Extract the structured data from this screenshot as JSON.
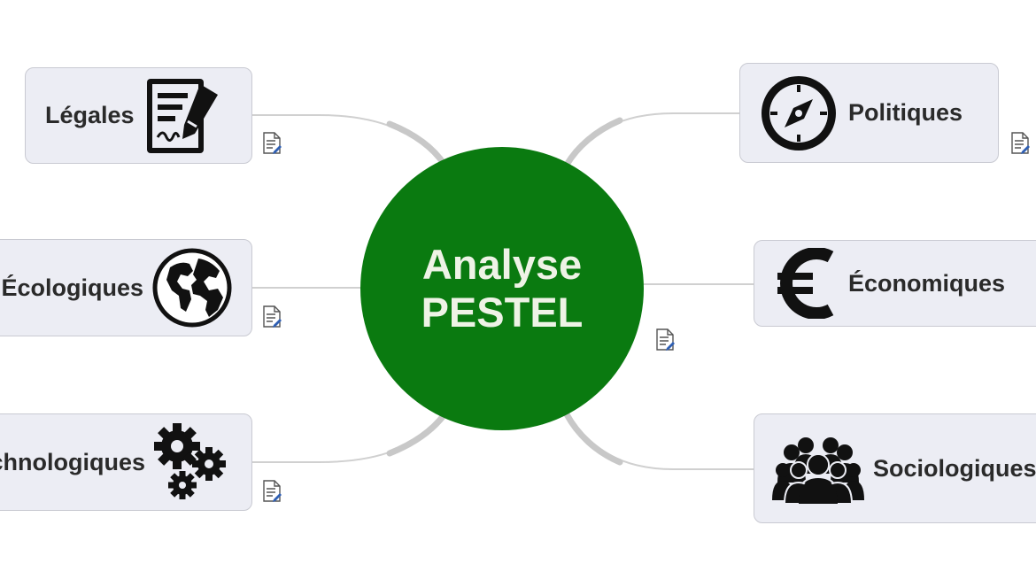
{
  "center": {
    "line1": "Analyse",
    "line2": "PESTEL"
  },
  "branches": {
    "legales": {
      "label": "Légales"
    },
    "ecologiques": {
      "label": "Écologiques"
    },
    "technologiques": {
      "label": "Technologiques"
    },
    "politiques": {
      "label": "Politiques"
    },
    "economiques": {
      "label": "Économiques"
    },
    "sociologiques": {
      "label": "Sociologiques"
    }
  },
  "icons": {
    "legales": "contract-signature-icon",
    "ecologiques": "globe-icon",
    "technologiques": "gears-icon",
    "politiques": "compass-icon",
    "economiques": "euro-icon",
    "sociologiques": "people-group-icon",
    "note": "note-icon"
  },
  "colors": {
    "center_fill": "#0a7a10",
    "center_text": "#eef3e6",
    "node_fill": "#ecedf4",
    "node_border": "#c9cad2",
    "connector": "#c8c8c8",
    "icon": "#111111"
  }
}
